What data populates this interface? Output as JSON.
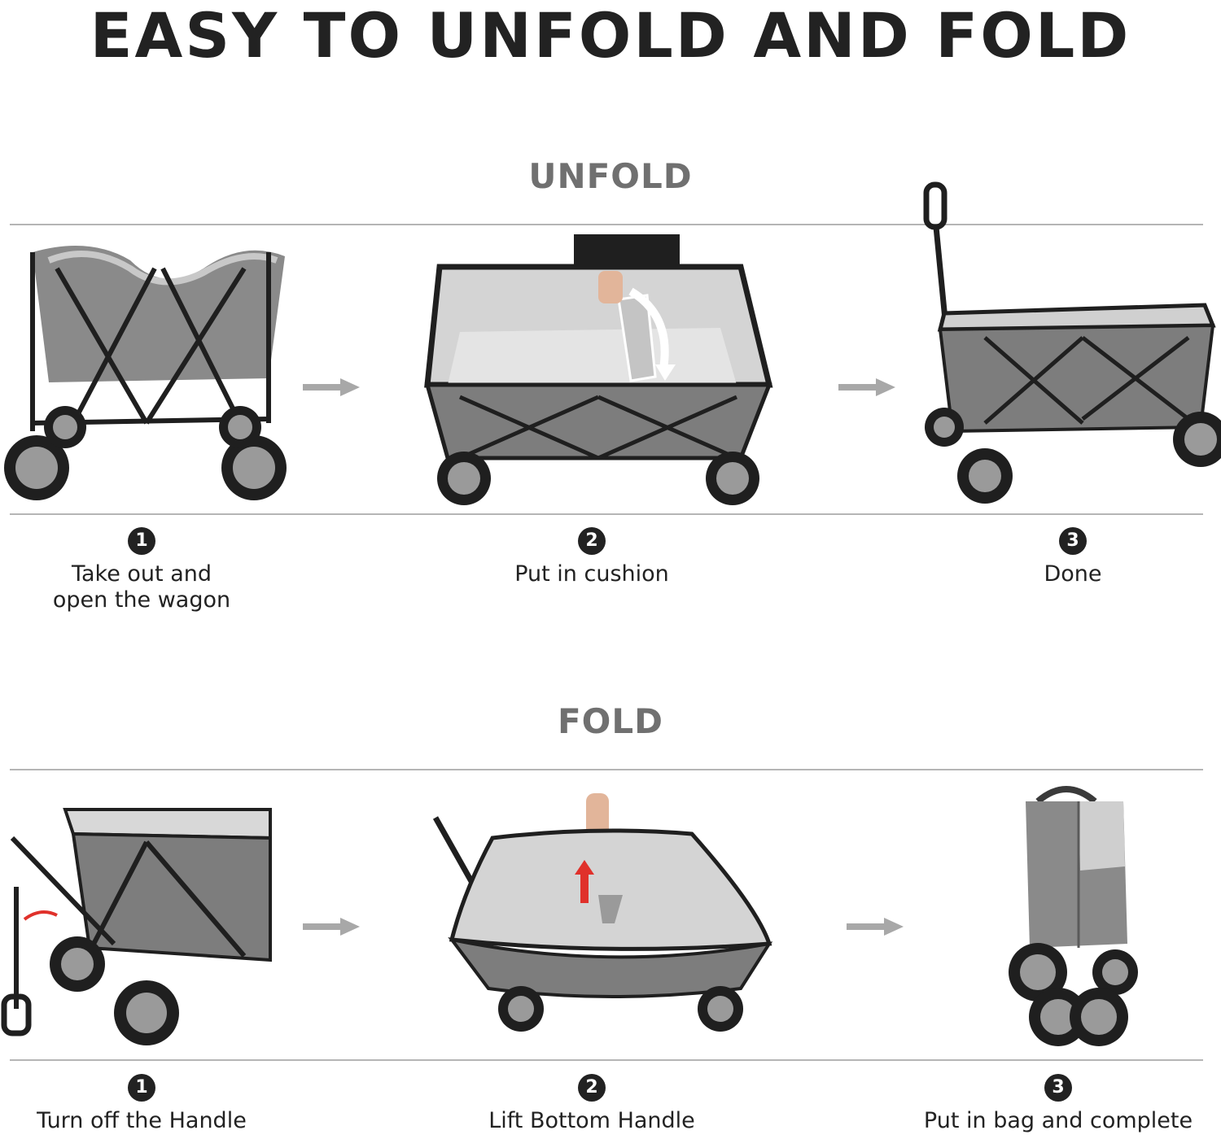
{
  "title": "EASY TO UNFOLD AND FOLD",
  "unfold": {
    "heading": "UNFOLD",
    "steps": [
      {
        "number": "1",
        "caption": "Take out and open the wagon"
      },
      {
        "number": "2",
        "caption": "Put in cushion"
      },
      {
        "number": "3",
        "caption": "Done"
      }
    ]
  },
  "fold": {
    "heading": "FOLD",
    "steps": [
      {
        "number": "1",
        "caption": "Turn off the Handle"
      },
      {
        "number": "2",
        "caption": "Lift Bottom Handle"
      },
      {
        "number": "3",
        "caption": "Put in bag and complete"
      }
    ]
  },
  "colors": {
    "frame": "#1f1f1f",
    "fabric": "#7d7d7d",
    "lining": "#d4d4d4",
    "arrow": "#a8a8a8",
    "accent_arrow": "#e0312b"
  }
}
